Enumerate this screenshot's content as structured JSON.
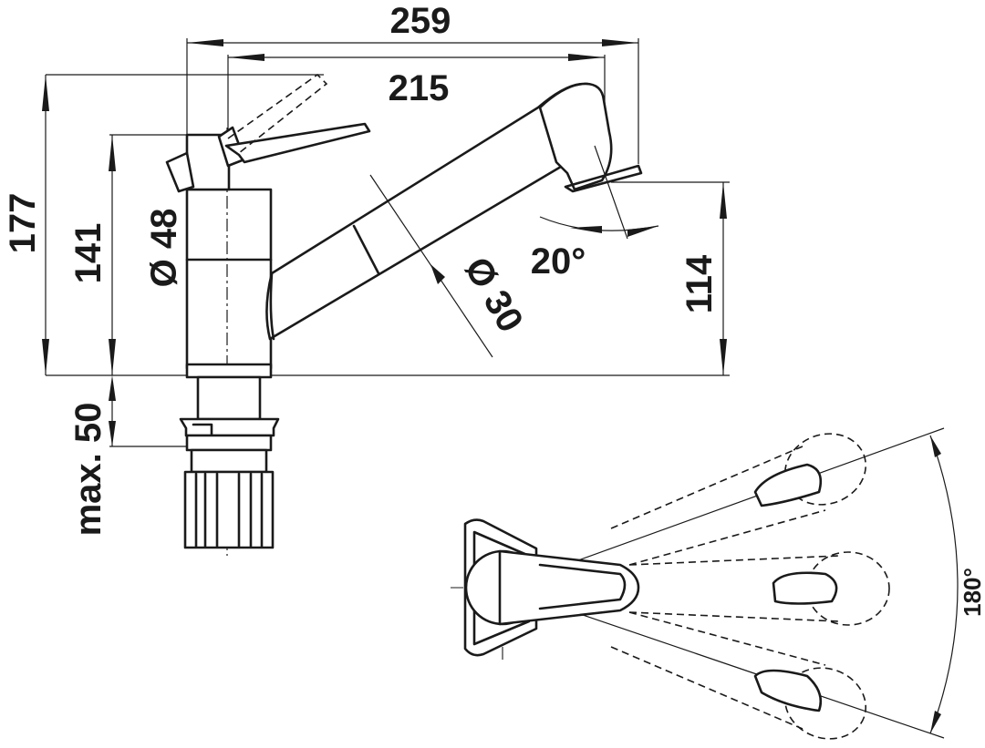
{
  "dimensions": {
    "overall_reach": "259",
    "spout_reach": "215",
    "total_height": "177",
    "body_height": "141",
    "body_diameter": "Ø 48",
    "spray_diameter": "Ø 30",
    "spray_angle": "20°",
    "spout_height": "114",
    "max_mounting_depth": "max. 50",
    "lever_rotation": "180°"
  },
  "colors": {
    "line": "#1a1a1a",
    "background": "#ffffff"
  }
}
